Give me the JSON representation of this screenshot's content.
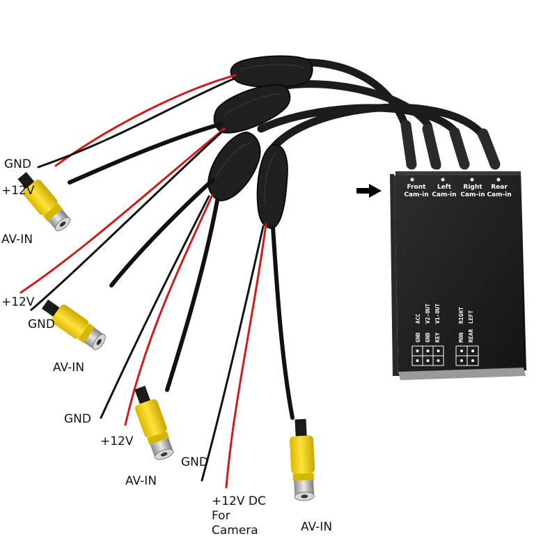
{
  "module": {
    "ports": [
      {
        "top": "Front",
        "bottom": "Cam-in"
      },
      {
        "top": "Left",
        "bottom": "Cam-in"
      },
      {
        "top": "Right",
        "bottom": "Cam-in"
      },
      {
        "top": "Rear",
        "bottom": "Cam-in"
      }
    ],
    "pin_header_a": {
      "top_row": [
        "ACC",
        "V2-OUT",
        "V1-OUT"
      ],
      "bottom_row": [
        "GND",
        "GND",
        "KEY"
      ]
    },
    "pin_header_b": {
      "top_row": [
        "RIGHT",
        "LEFT"
      ],
      "bottom_row": [
        "MON",
        "REAR"
      ]
    }
  },
  "callouts": {
    "cable1": {
      "gnd": "GND",
      "power": "+12V",
      "video": "AV-IN"
    },
    "cable2": {
      "power": "+12V",
      "gnd": "GND",
      "video": "AV-IN"
    },
    "cable3": {
      "gnd": "GND",
      "power": "+12V",
      "video": "AV-IN"
    },
    "cable4": {
      "gnd": "GND",
      "power": "+12V DC\nFor\nCamera",
      "video": "AV-IN"
    }
  },
  "colors": {
    "module_body": "#1a1a1a",
    "rca_plug": "#f2d21c",
    "power_wire": "#d11a1a",
    "ground_wire": "#111111",
    "cable_jacket": "#1c1c1c"
  },
  "icons": {
    "pointer": "arrow-right-icon"
  }
}
